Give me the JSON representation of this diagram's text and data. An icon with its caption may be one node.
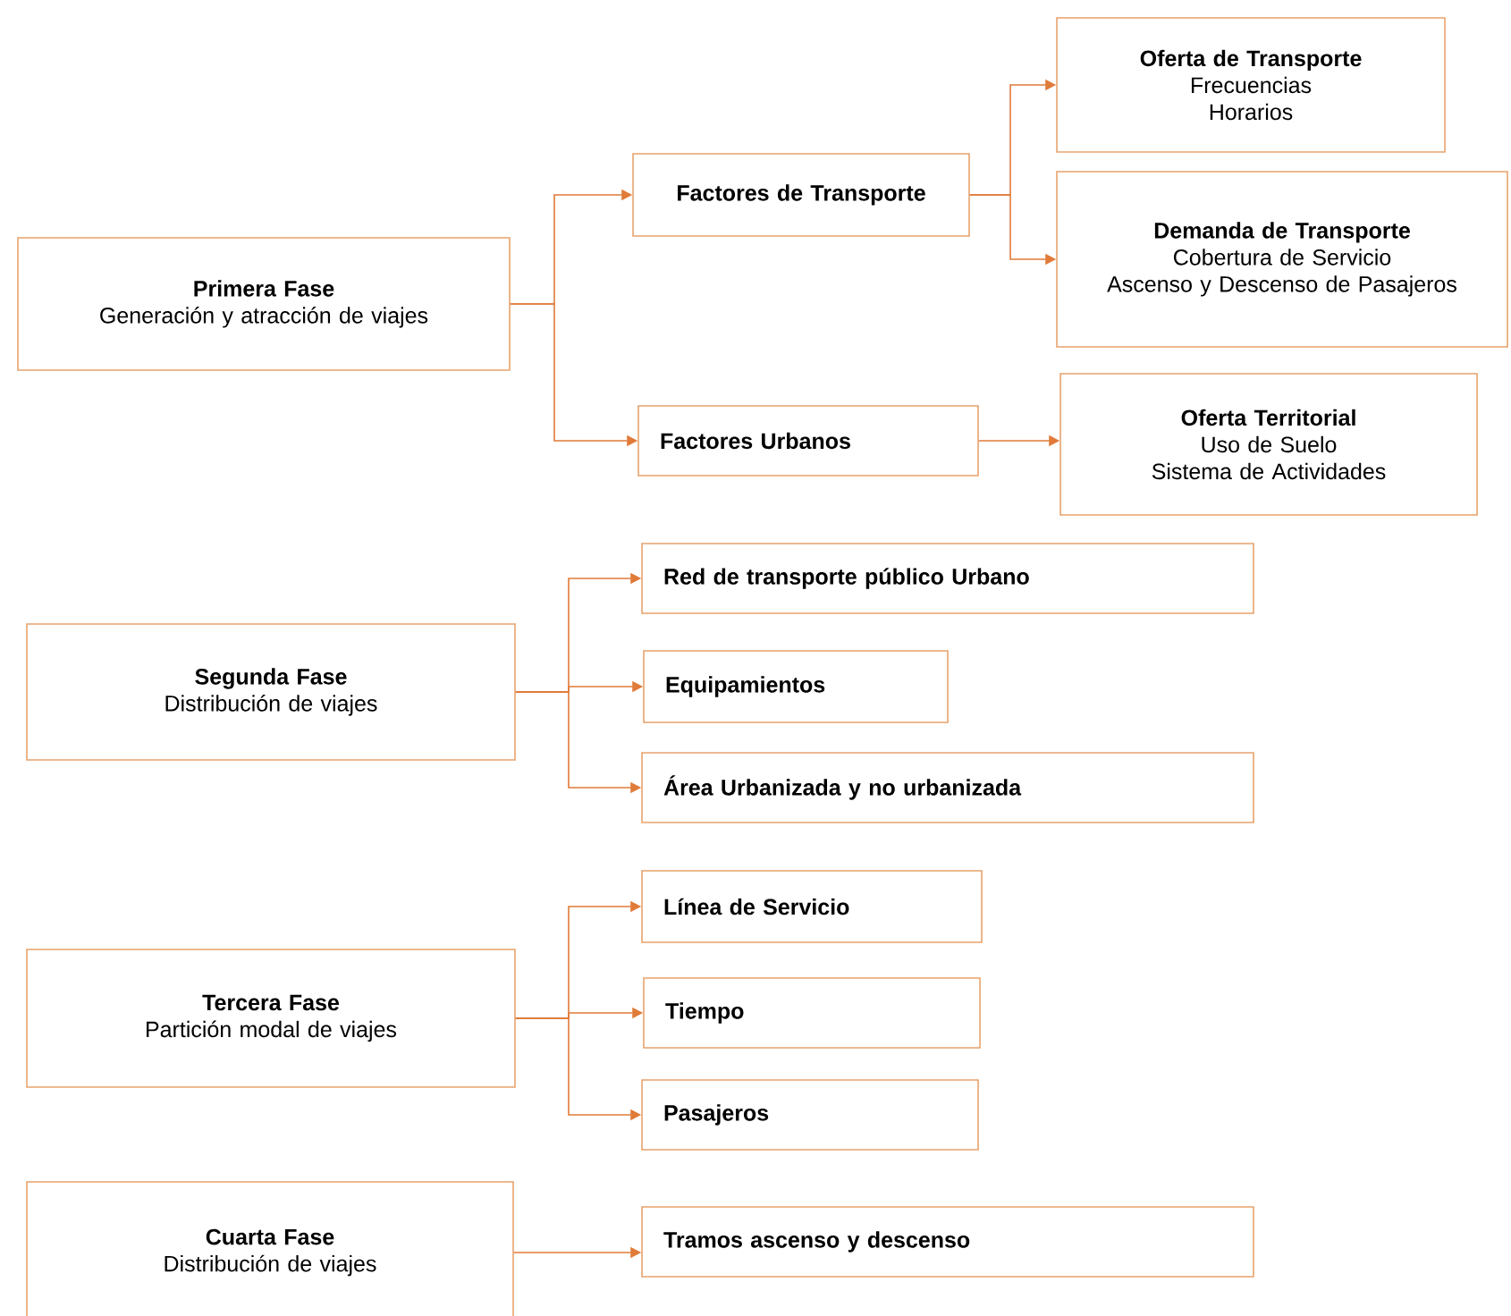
{
  "diagram": {
    "nodes": [
      {
        "text": [
          "Primera Fase",
          "Generación y atracción de viajes"
        ]
      },
      {
        "text": [
          "Factores de Transporte"
        ]
      },
      {
        "text": [
          "Factores Urbanos"
        ]
      },
      {
        "text": [
          "Oferta de Transporte",
          "Frecuencias",
          "Horarios"
        ]
      },
      {
        "text": [
          "Demanda de Transporte",
          "Cobertura de Servicio",
          "Ascenso y Descenso de Pasajeros"
        ]
      },
      {
        "text": [
          "Oferta Territorial",
          "Uso de Suelo",
          "Sistema de Actividades"
        ]
      },
      {
        "text": [
          "Segunda Fase",
          "Distribución de viajes"
        ]
      },
      {
        "text": [
          "Red de transporte público Urbano"
        ]
      },
      {
        "text": [
          "Equipamientos"
        ]
      },
      {
        "text": [
          "Área Urbanizada y no urbanizada"
        ]
      },
      {
        "text": [
          "Tercera Fase",
          "Partición modal de viajes"
        ]
      },
      {
        "text": [
          "Línea de Servicio"
        ]
      },
      {
        "text": [
          "Tiempo"
        ]
      },
      {
        "text": [
          "Pasajeros"
        ]
      },
      {
        "text": [
          "Cuarta Fase",
          "Distribución de viajes"
        ]
      },
      {
        "text": [
          "Tramos ascenso y descenso"
        ]
      }
    ],
    "edges": [
      {
        "from": 0,
        "to": 1,
        "arrow": "to"
      },
      {
        "from": 0,
        "to": 2,
        "arrow": "to"
      },
      {
        "from": 1,
        "to": 3,
        "arrow": "to"
      },
      {
        "from": 1,
        "to": 4,
        "arrow": "to"
      },
      {
        "from": 2,
        "to": 5,
        "arrow": "to"
      },
      {
        "from": 6,
        "to": 7,
        "arrow": "to"
      },
      {
        "from": 6,
        "to": 8,
        "arrow": "to"
      },
      {
        "from": 6,
        "to": 9,
        "arrow": "to"
      },
      {
        "from": 10,
        "to": 11,
        "arrow": "to"
      },
      {
        "from": 10,
        "to": 12,
        "arrow": "to"
      },
      {
        "from": 10,
        "to": 13,
        "arrow": "to"
      },
      {
        "from": 14,
        "to": 15,
        "arrow": "to"
      }
    ]
  }
}
